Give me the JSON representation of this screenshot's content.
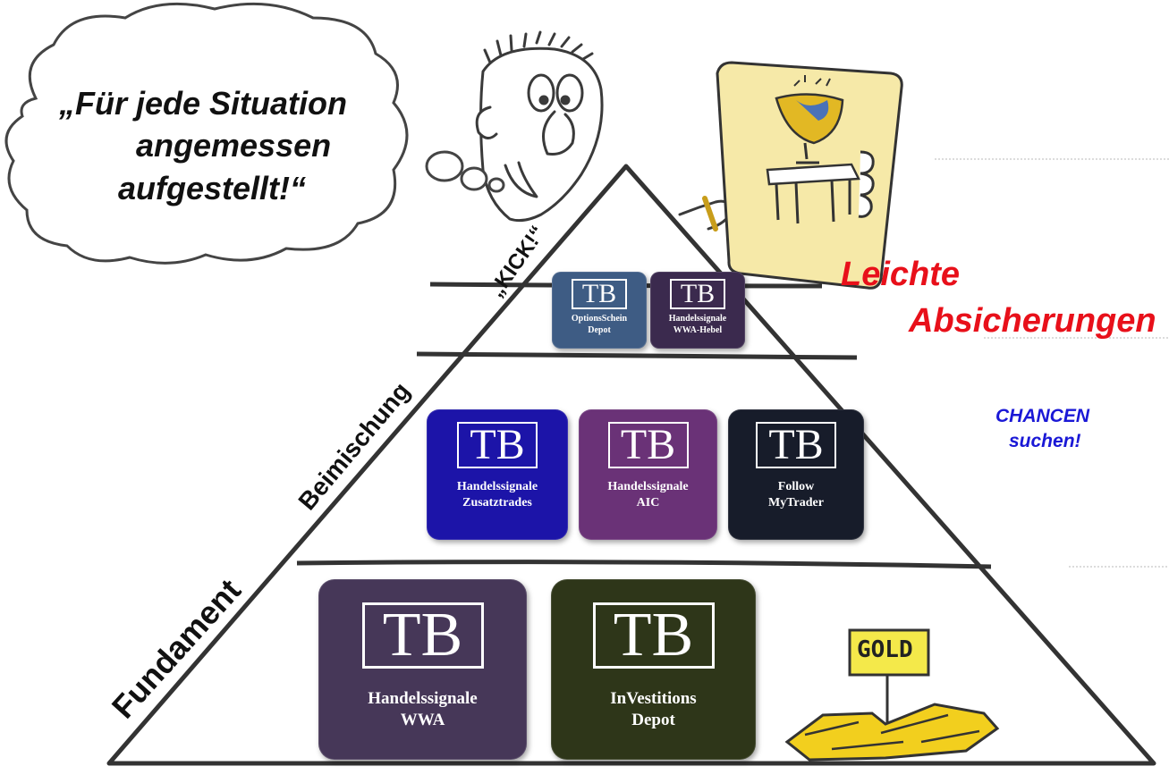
{
  "thought_bubble": {
    "line1": "„Für jede Situation",
    "line2": "angemessen",
    "line3": "aufgestellt!“"
  },
  "side_labels": {
    "kick": "„KICK!“",
    "beimischung": "Beimischung",
    "fundament": "Fundament"
  },
  "right_labels": {
    "leichte": "Leichte",
    "absicherungen": "Absicherungen",
    "chancen": "CHANCEN",
    "suchen": "suchen!"
  },
  "gold_sign": "GOLD",
  "tiers": {
    "top": [
      {
        "logo": "TB",
        "line1": "OptionsSchein",
        "line2": "Depot",
        "color": "#3e5c84"
      },
      {
        "logo": "TB",
        "line1": "Handelssignale",
        "line2": "WWA-Hebel",
        "color": "#3b2a4e"
      }
    ],
    "middle": [
      {
        "logo": "TB",
        "line1": "Handelssignale",
        "line2": "Zusatztrades",
        "color": "#1c14a8"
      },
      {
        "logo": "TB",
        "line1": "Handelssignale",
        "line2": "AIC",
        "color": "#6a3277"
      },
      {
        "logo": "TB",
        "line1": "Follow",
        "line2": "MyTrader",
        "color": "#171c2a"
      }
    ],
    "bottom": [
      {
        "logo": "TB",
        "line1": "Handelssignale",
        "line2": "WWA",
        "color": "#463758"
      },
      {
        "logo": "TB",
        "line1": "InVestitions",
        "line2": "Depot",
        "color": "#2e3619"
      }
    ]
  },
  "colors": {
    "leichte_red": "#e8101a",
    "chancen_blue": "#1a18d6",
    "gold": "#f2cf1e"
  }
}
